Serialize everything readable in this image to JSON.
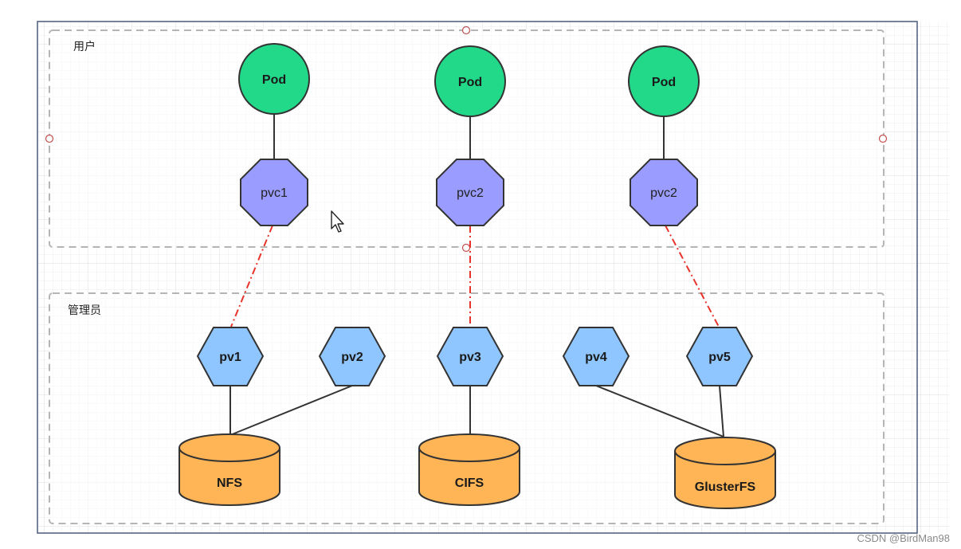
{
  "groups": {
    "user": {
      "label": "用户"
    },
    "admin": {
      "label": "管理员"
    }
  },
  "pods": [
    {
      "label": "Pod"
    },
    {
      "label": "Pod"
    },
    {
      "label": "Pod"
    }
  ],
  "pvcs": [
    {
      "label": "pvc1"
    },
    {
      "label": "pvc2"
    },
    {
      "label": "pvc2"
    }
  ],
  "pvs": [
    {
      "label": "pv1"
    },
    {
      "label": "pv2"
    },
    {
      "label": "pv3"
    },
    {
      "label": "pv4"
    },
    {
      "label": "pv5"
    }
  ],
  "storages": [
    {
      "label": "NFS"
    },
    {
      "label": "CIFS"
    },
    {
      "label": "GlusterFS"
    }
  ],
  "watermark": "CSDN @BirdMan98",
  "colors": {
    "pod_fill": "#22d98a",
    "pvc_fill": "#9a9cff",
    "pv_fill": "#8fc6ff",
    "storage_fill": "#ffb455",
    "binding_line": "#e8332a",
    "group_border": "#b5b5b5",
    "canvas_border": "#4a5a7a",
    "grid": "#e6e6e6"
  },
  "icons": {
    "cursor": "mouse-pointer-icon"
  }
}
